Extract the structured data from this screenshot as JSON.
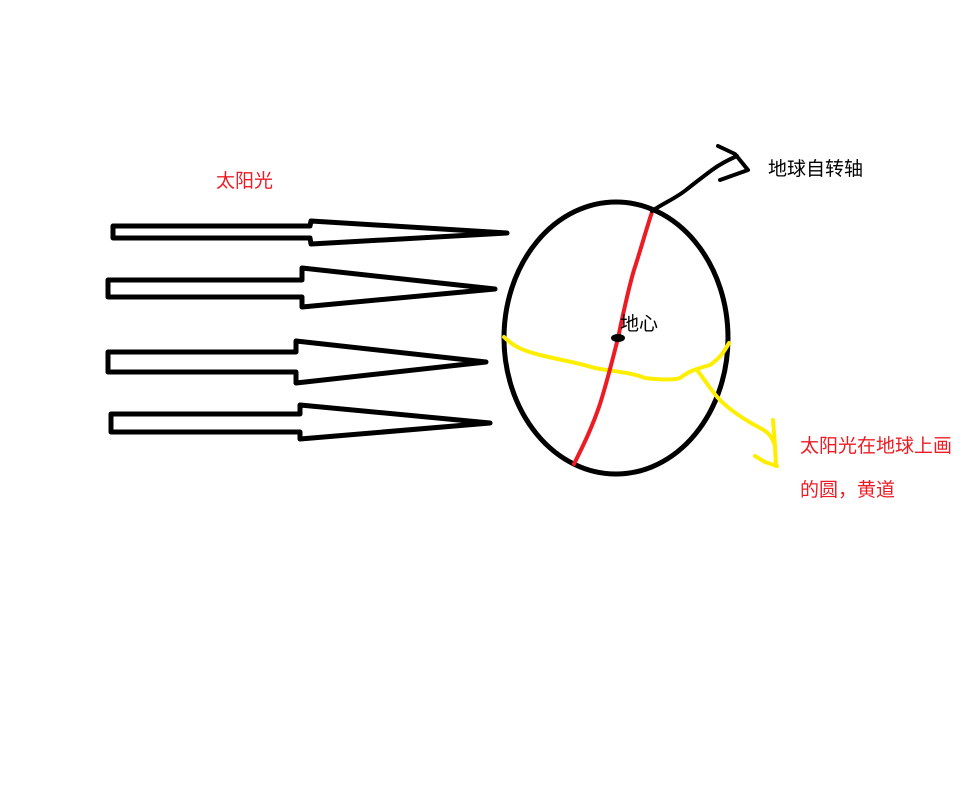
{
  "diagram": {
    "title": "",
    "colors": {
      "background": "#ffffff",
      "outline": "#000000",
      "axis": "#ed1c24",
      "ecliptic": "#ffee00",
      "label_red": "#ed1c24",
      "label_black": "#000000"
    },
    "labels": {
      "sunlight": "太阳光",
      "rotation_axis": "地球自转轴",
      "earth_center": "地心",
      "ecliptic_note": "太阳光在地球上画的圆，黄道"
    },
    "nodes": [
      {
        "id": "sunlight-arrows",
        "label": "太阳光",
        "shape": "4 hollow right-pointing arrows",
        "count": 4
      },
      {
        "id": "earth",
        "label": "",
        "shape": "ellipse"
      },
      {
        "id": "earth-center",
        "label": "地心",
        "shape": "dot"
      },
      {
        "id": "rotation-axis",
        "label": "地球自转轴",
        "shape": "red tilted line"
      },
      {
        "id": "ecliptic",
        "label": "太阳光在地球上画的圆，黄道",
        "shape": "yellow wavy line"
      }
    ],
    "edges": [
      {
        "from": "sunlight-arrows",
        "to": "earth",
        "style": "arrow"
      },
      {
        "from": "rotation-axis",
        "to": "rotation_axis_label",
        "style": "black hand-drawn pointer arrow"
      },
      {
        "from": "ecliptic",
        "to": "ecliptic_note",
        "style": "yellow hand-drawn pointer arrow"
      }
    ]
  }
}
